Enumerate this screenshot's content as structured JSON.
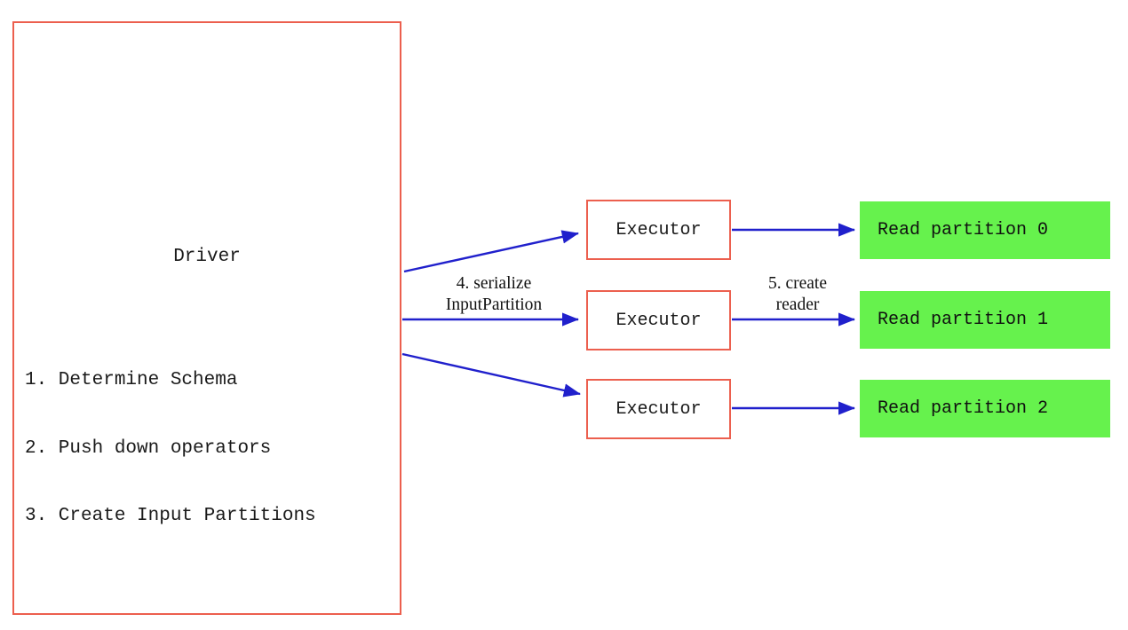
{
  "diagram": {
    "title_text": "Driver",
    "driver": {
      "label": "Driver",
      "steps": [
        "1. Determine Schema",
        "2. Push down operators",
        "3. Create Input Partitions"
      ]
    },
    "executors": [
      {
        "label": "Executor"
      },
      {
        "label": "Executor"
      },
      {
        "label": "Executor"
      }
    ],
    "partitions": [
      {
        "label": "Read partition 0"
      },
      {
        "label": "Read partition 1"
      },
      {
        "label": "Read partition 2"
      }
    ],
    "edge_labels": {
      "serialize": "4. serialize\nInputPartition",
      "serialize_line1": "4. serialize",
      "serialize_line2": "InputPartition",
      "create_reader": "5. create\nreader",
      "create_line1": "5. create",
      "create_line2": "reader"
    },
    "colors": {
      "box_border_red": "#ec5f4e",
      "partition_green": "#66f24d",
      "arrow_blue": "#2020cc",
      "text_black": "#1a1a1a",
      "background": "#ffffff"
    }
  }
}
